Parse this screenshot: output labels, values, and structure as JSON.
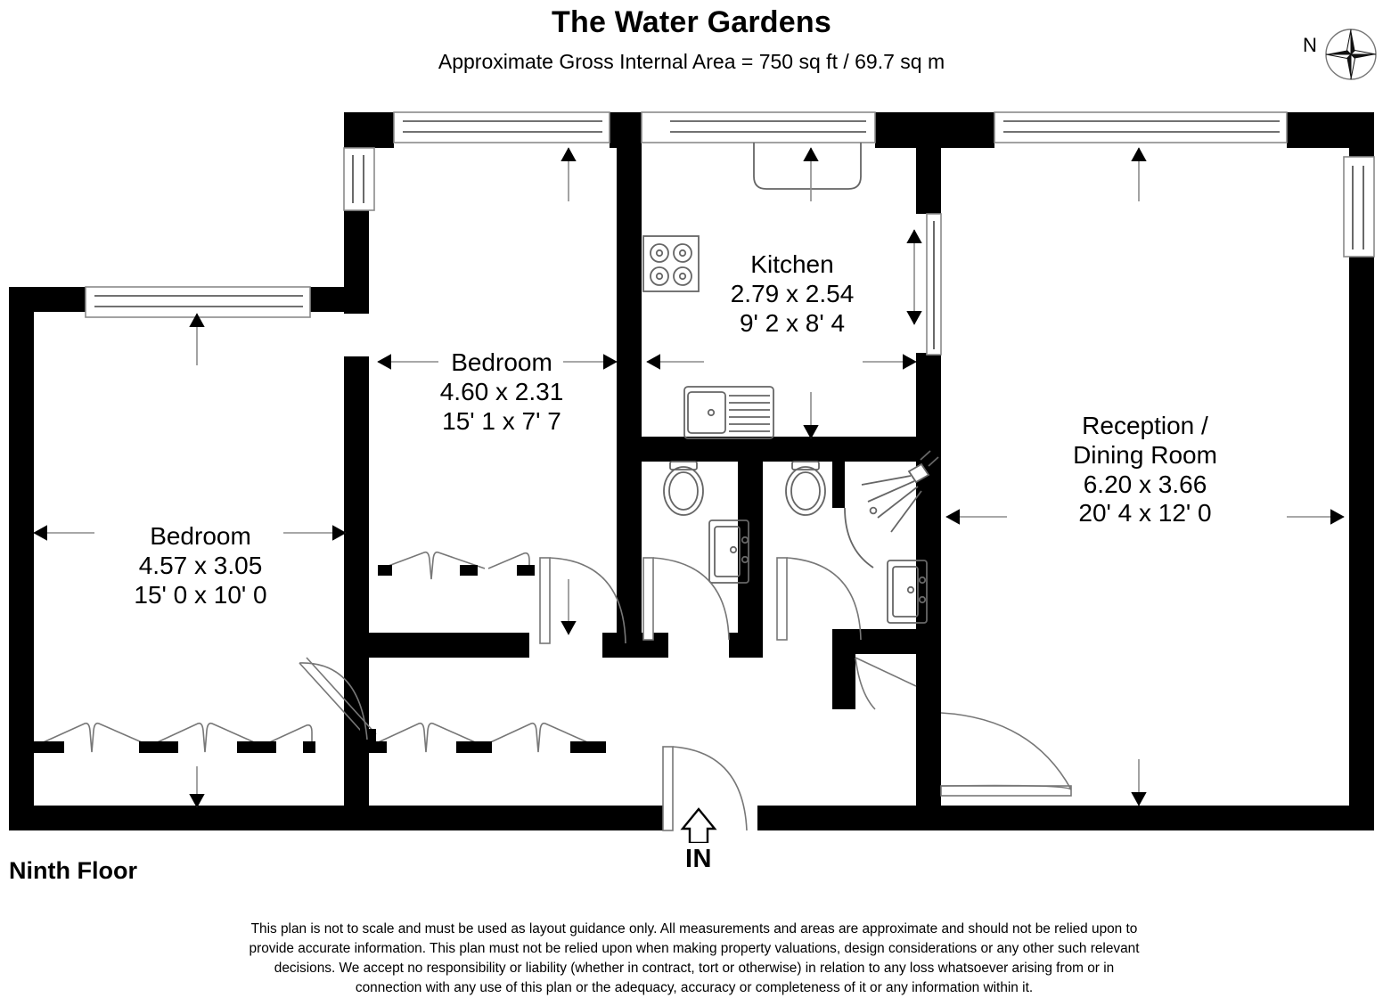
{
  "header": {
    "title": "The Water Gardens",
    "area_note": "Approximate Gross Internal Area = 750 sq ft / 69.7 sq m"
  },
  "compass": {
    "label": "N",
    "icon": "compass-rose-icon"
  },
  "floor": {
    "label": "Ninth Floor"
  },
  "entrance": {
    "label": "IN",
    "icon": "arrow-up-icon"
  },
  "rooms": [
    {
      "id": "bedroom-main",
      "name": "Bedroom",
      "dim_metric": "4.57 x 3.05",
      "dim_imperial": "15' 0 x 10' 0"
    },
    {
      "id": "bedroom-second",
      "name": "Bedroom",
      "dim_metric": "4.60 x 2.31",
      "dim_imperial": "15' 1 x 7' 7"
    },
    {
      "id": "kitchen",
      "name": "Kitchen",
      "dim_metric": "2.79 x 2.54",
      "dim_imperial": "9' 2 x 8' 4"
    },
    {
      "id": "reception-dining",
      "name_line1": "Reception /",
      "name_line2": "Dining Room",
      "dim_metric": "6.20 x 3.66",
      "dim_imperial": "20' 4 x 12' 0"
    }
  ],
  "fixtures": [
    "hob-icon",
    "sink-icon",
    "worktop-icon",
    "toilet-icon",
    "toilet-icon",
    "basin-icon",
    "basin-icon",
    "shower-head-icon",
    "wardrobe-icon"
  ],
  "disclaimer": {
    "line1": "This plan is not to scale and must be used as layout guidance only. All measurements and areas are approximate and should not be relied upon to",
    "line2": "provide accurate information. This plan must not be relied upon when making property valuations, design considerations or any other such relevant",
    "line3": "decisions. We accept no responsibility or liability (whether in contract, tort or otherwise) in relation to any loss whatsoever arising from or in",
    "line4": "connection with any use of this plan or the adequacy, accuracy or completeness of it or any information within it."
  },
  "colors": {
    "wall": "#000000",
    "background": "#ffffff",
    "fixture_line": "#555555",
    "dimension_line": "#808080"
  }
}
